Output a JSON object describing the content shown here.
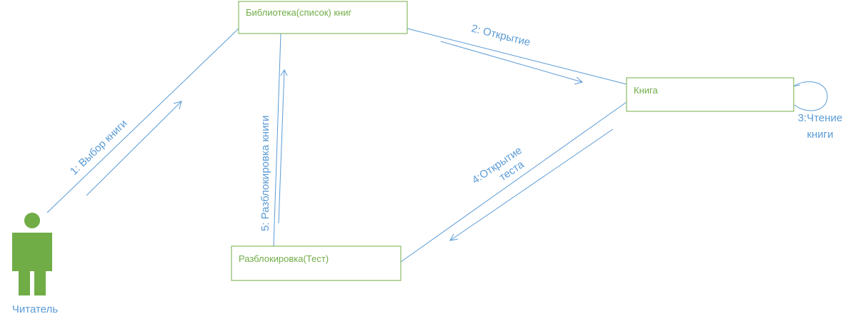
{
  "actor": {
    "label": "Читатель"
  },
  "objects": {
    "library": {
      "label": "Библиотека(список) книг"
    },
    "book": {
      "label": "Книга"
    },
    "unlock": {
      "label": "Разблокировка(Тест)"
    }
  },
  "messages": {
    "m1": {
      "label": "1: Выбор книги"
    },
    "m2": {
      "label": "2: Открытие"
    },
    "m3": {
      "line1": "3:Чтение",
      "line2": "книги"
    },
    "m4": {
      "line1": "4:Открытие",
      "line2": "теста"
    },
    "m5": {
      "label": "5: Разблокировка книги"
    }
  },
  "colors": {
    "object_border": "#70ad47",
    "object_text": "#70ad47",
    "connector": "#5b9bd5",
    "actor": "#70ad47"
  }
}
